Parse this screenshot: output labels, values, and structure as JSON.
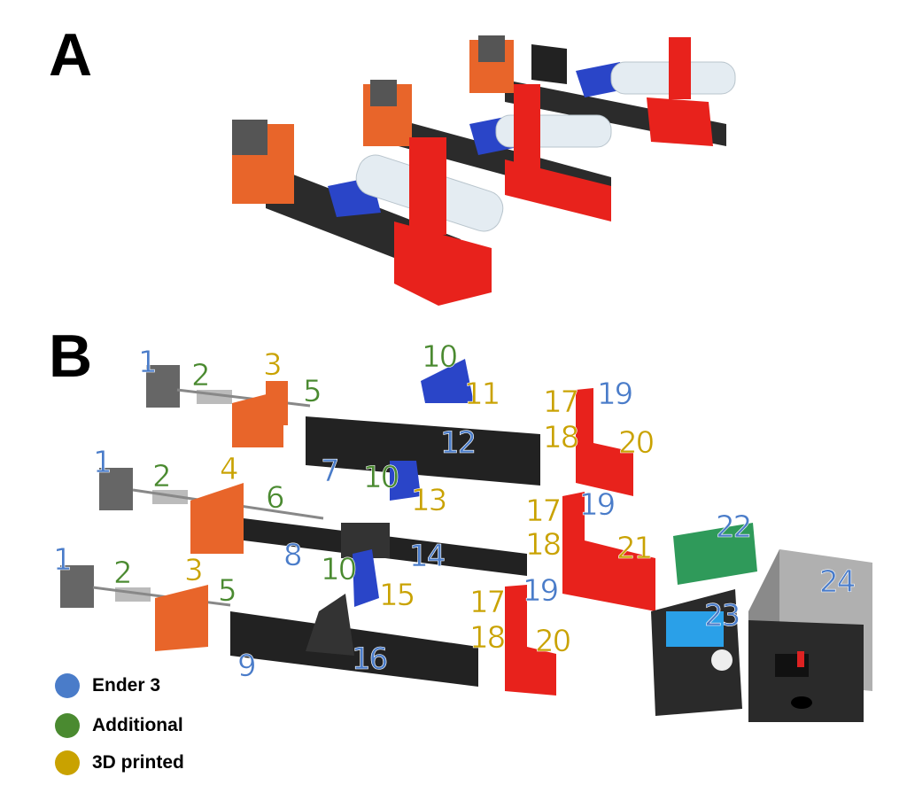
{
  "panels": {
    "a": "A",
    "b": "B"
  },
  "colors": {
    "ender3": "#4a7cc9",
    "additional": "#4a8a30",
    "printed": "#c9a200"
  },
  "legend": [
    {
      "label": "Ender 3",
      "color": "#4a7cc9"
    },
    {
      "label": "Additional",
      "color": "#4a8a30"
    },
    {
      "label": "3D printed",
      "color": "#c9a200"
    }
  ],
  "labels": [
    {
      "text": "1",
      "group": "Ender 3"
    },
    {
      "text": "2",
      "group": "Additional"
    },
    {
      "text": "3",
      "group": "3D printed"
    },
    {
      "text": "5",
      "group": "Additional"
    },
    {
      "text": "10",
      "group": "Additional"
    },
    {
      "text": "11",
      "group": "3D printed"
    },
    {
      "text": "7",
      "group": "Ender 3"
    },
    {
      "text": "12",
      "group": "Ender 3"
    },
    {
      "text": "10",
      "group": "Additional"
    },
    {
      "text": "13",
      "group": "3D printed"
    },
    {
      "text": "17",
      "group": "3D printed"
    },
    {
      "text": "19",
      "group": "Ender 3"
    },
    {
      "text": "18",
      "group": "3D printed"
    },
    {
      "text": "20",
      "group": "3D printed"
    },
    {
      "text": "1",
      "group": "Ender 3"
    },
    {
      "text": "2",
      "group": "Additional"
    },
    {
      "text": "4",
      "group": "3D printed"
    },
    {
      "text": "6",
      "group": "Additional"
    },
    {
      "text": "8",
      "group": "Ender 3"
    },
    {
      "text": "14",
      "group": "Ender 3"
    },
    {
      "text": "10",
      "group": "Additional"
    },
    {
      "text": "15",
      "group": "3D printed"
    },
    {
      "text": "17",
      "group": "3D printed"
    },
    {
      "text": "19",
      "group": "Ender 3"
    },
    {
      "text": "18",
      "group": "3D printed"
    },
    {
      "text": "21",
      "group": "3D printed"
    },
    {
      "text": "1",
      "group": "Ender 3"
    },
    {
      "text": "2",
      "group": "Additional"
    },
    {
      "text": "3",
      "group": "3D printed"
    },
    {
      "text": "5",
      "group": "Additional"
    },
    {
      "text": "9",
      "group": "Ender 3"
    },
    {
      "text": "16",
      "group": "Ender 3"
    },
    {
      "text": "17",
      "group": "3D printed"
    },
    {
      "text": "19",
      "group": "Ender 3"
    },
    {
      "text": "18",
      "group": "3D printed"
    },
    {
      "text": "20",
      "group": "3D printed"
    },
    {
      "text": "22",
      "group": "Ender 3"
    },
    {
      "text": "23",
      "group": "Ender 3"
    },
    {
      "text": "24",
      "group": "Ender 3"
    }
  ]
}
